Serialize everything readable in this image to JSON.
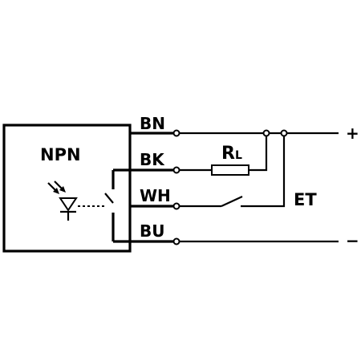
{
  "sensor": {
    "type_label": "NPN"
  },
  "wires": [
    {
      "code": "BN"
    },
    {
      "code": "BK"
    },
    {
      "code": "WH"
    },
    {
      "code": "BU"
    }
  ],
  "load": {
    "label_main": "R",
    "label_sub": "L"
  },
  "external_timer": {
    "label": "ET"
  },
  "supply": {
    "positive": "+",
    "negative": "−"
  }
}
